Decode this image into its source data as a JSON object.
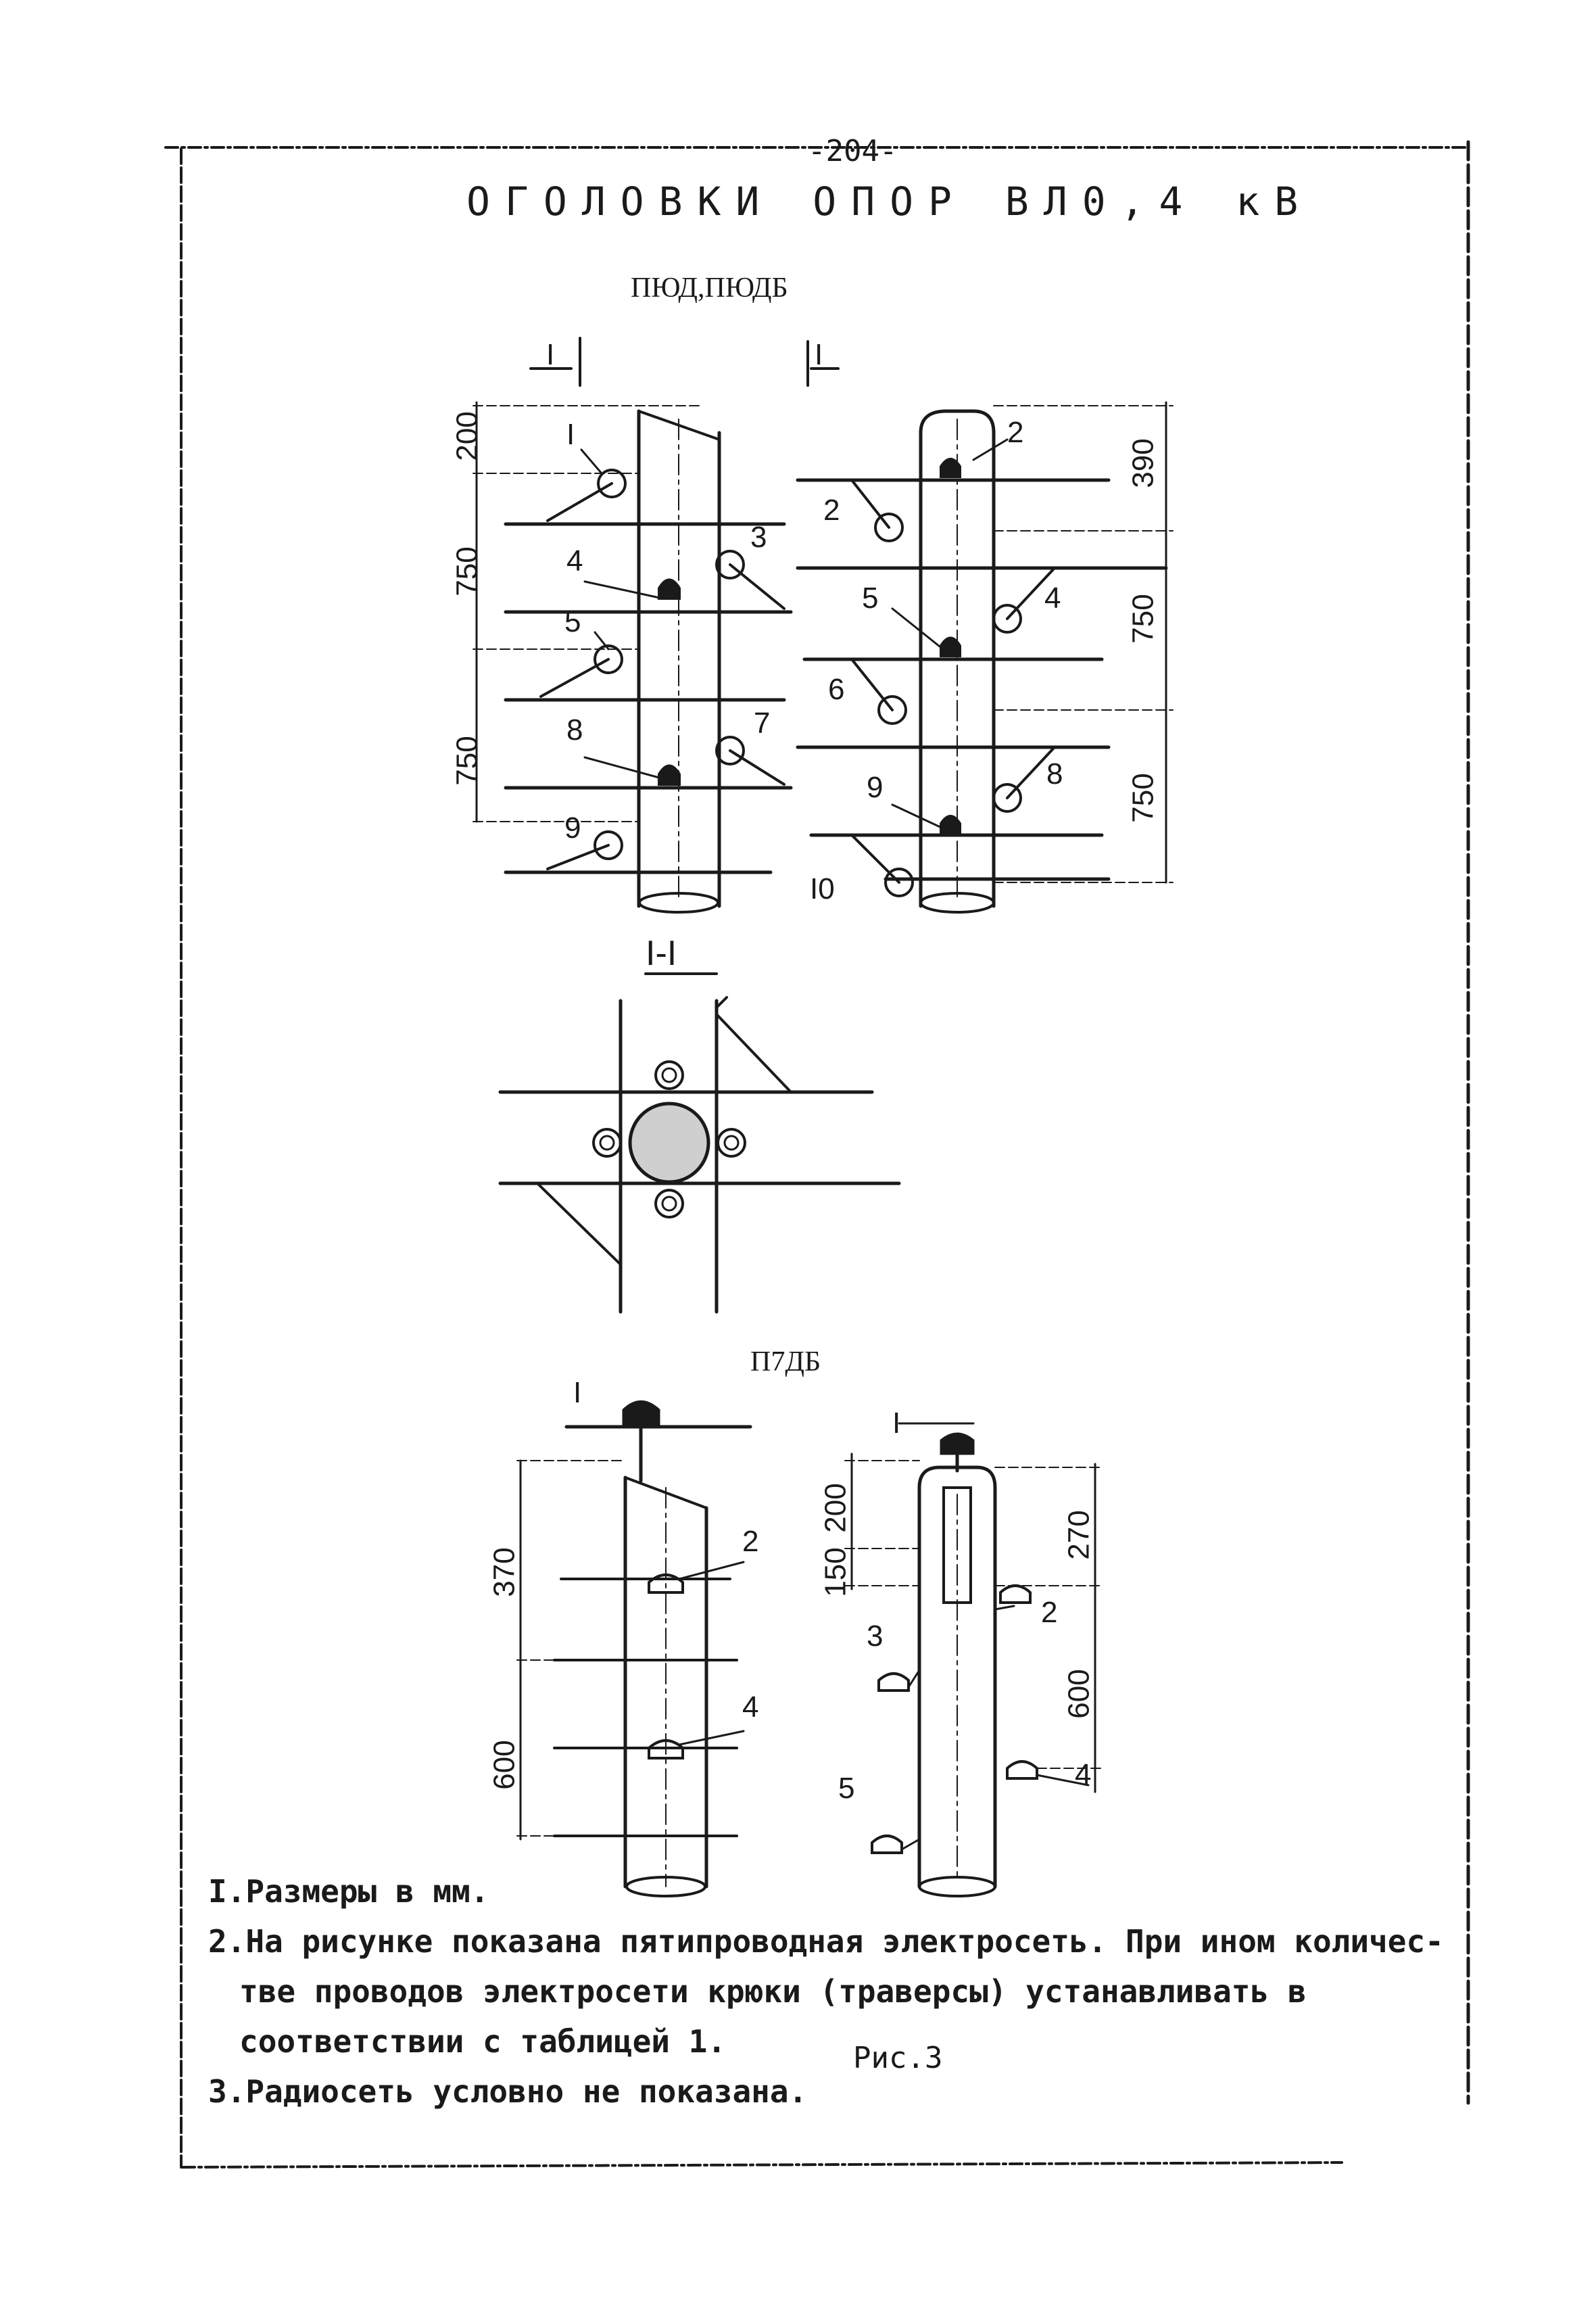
{
  "page_number": "-204-",
  "title": "ОГОЛОВКИ ОПОР ВЛ0,4 кВ",
  "group1": {
    "label": "ПЮД,ПЮДБ",
    "section_left": "I",
    "section_right": "I",
    "left_callouts": [
      "I",
      "3",
      "4",
      "5",
      "7",
      "8",
      "9"
    ],
    "right_callouts": [
      "2",
      "2",
      "4",
      "5",
      "6",
      "8",
      "9",
      "I0"
    ],
    "left_dims": [
      "200",
      "750",
      "750"
    ],
    "right_dims": [
      "390",
      "750",
      "750"
    ],
    "section_view_label": "I-I"
  },
  "group2": {
    "label": "П7ДБ",
    "left_callouts": [
      "I",
      "2",
      "4"
    ],
    "right_callouts": [
      "I",
      "2",
      "3",
      "4",
      "5"
    ],
    "left_dims": [
      "370",
      "600"
    ],
    "right_dims": [
      "200",
      "150",
      "270",
      "600"
    ]
  },
  "notes": [
    "I.Размеры в мм.",
    "2.На рисунке показана пятипроводная электросеть. При ином количес-",
    "тве проводов электросети крюки (траверсы) устанавливать в",
    "соответствии с таблицей 1.",
    "3.Радиосеть условно не показана."
  ],
  "figure_caption": "Рис.3"
}
